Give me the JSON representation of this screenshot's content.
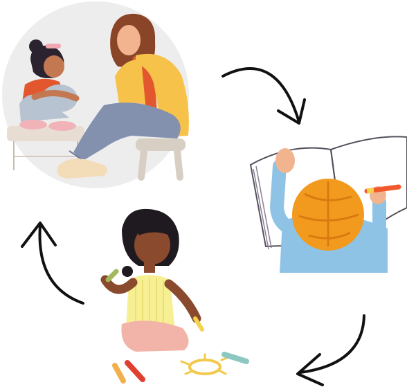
{
  "diagram": {
    "kind": "cycle",
    "direction": "clockwise",
    "stages": [
      {
        "id": "talk",
        "illustration": "adult-talking-with-child-icon"
      },
      {
        "id": "read",
        "illustration": "child-drawing-in-book-icon"
      },
      {
        "id": "draw",
        "illustration": "child-drawing-with-chalk-icon"
      }
    ],
    "arrows": [
      {
        "from": "talk",
        "to": "read"
      },
      {
        "from": "read",
        "to": "draw"
      },
      {
        "from": "draw",
        "to": "talk"
      }
    ]
  },
  "colors": {
    "arrow": "#111111",
    "background_circle": "#eeeded",
    "adult_shirt": "#f6c24a",
    "adult_jeans": "#8391ae",
    "child_shirt": "#e3572e",
    "child_pants": "#b7c3d0",
    "book_reader_hair": "#f29a1e",
    "book_reader_shirt": "#8ec3e6",
    "skin_light": "#f2b48f",
    "skin_dark": "#8a4a2e",
    "girl_dress": "#f7ef93",
    "girl_skirt": "#f2b3a8"
  }
}
